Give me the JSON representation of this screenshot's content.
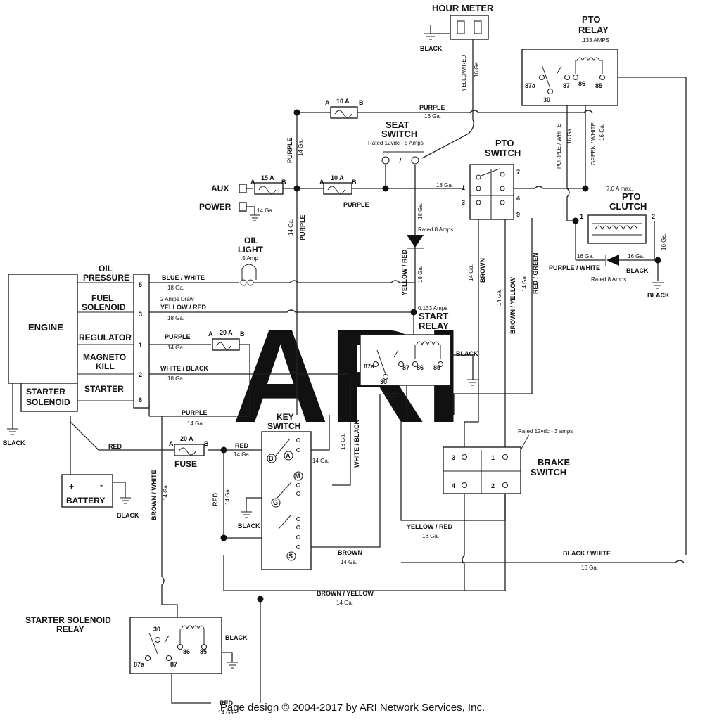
{
  "watermark": "ARI",
  "footer": "Page design © 2004-2017 by ARI Network Services, Inc.",
  "components": {
    "engine": "ENGINE",
    "oil_pressure": [
      "OIL",
      "PRESSURE"
    ],
    "fuel_solenoid": [
      "FUEL",
      "SOLENOID"
    ],
    "regulator": "REGULATOR",
    "magneto_kill": [
      "MAGNETO",
      "KILL"
    ],
    "starter": "STARTER",
    "starter_solenoid": [
      "STARTER",
      "SOLENOID"
    ],
    "hour_meter": "HOUR METER",
    "pto_relay": [
      "PTO",
      "RELAY"
    ],
    "pto_relay_rating": ".133 AMPS",
    "seat_switch": [
      "SEAT",
      "SWITCH"
    ],
    "seat_switch_rating": "Rated 12vdc - 5 Amps",
    "pto_switch": [
      "PTO",
      "SWITCH"
    ],
    "pto_clutch": [
      "PTO",
      "CLUTCH"
    ],
    "pto_clutch_rating": "7.0 A max.",
    "aux": "AUX",
    "power": "POWER",
    "oil_light": [
      "OIL",
      "LIGHT"
    ],
    "oil_light_rating": ".5 Amp",
    "start_relay": [
      "START",
      "RELAY"
    ],
    "start_relay_rating": "0.133 Amps",
    "key_switch": [
      "KEY",
      "SWITCH"
    ],
    "fuse": "FUSE",
    "battery": "BATTERY",
    "brake_switch": [
      "BRAKE",
      "SWITCH"
    ],
    "brake_switch_rating": "Rated 12vdc - 3 amps",
    "starter_solenoid_relay": [
      "STARTER SOLENOID",
      "RELAY"
    ],
    "rated_8_amps": "Rated 8 Amps",
    "fuel_draw": "2 Amps Draw"
  },
  "fuses": {
    "f10a": "10 A",
    "f15a": "15 A",
    "f20a": "20 A",
    "a": "A",
    "b": "B"
  },
  "terminals": {
    "relay": [
      "87a",
      "87",
      "86",
      "85",
      "30"
    ],
    "engine_pins": [
      "5",
      "3",
      "1",
      "2",
      "6"
    ],
    "pto_switch": [
      "1",
      "3",
      "7",
      "4",
      "9"
    ],
    "pto_clutch": [
      "1",
      "2"
    ],
    "brake_switch": [
      "3",
      "1",
      "4",
      "2"
    ],
    "key_switch": [
      "B",
      "A",
      "M",
      "G",
      "S"
    ],
    "battery": [
      "+",
      "-"
    ]
  },
  "wires": {
    "black": "BLACK",
    "purple": "PURPLE",
    "blue_white": "BLUE / WHITE",
    "yellow_red": "YELLOW / RED",
    "white_black": "WHITE / BLACK",
    "red": "RED",
    "brown": "BROWN",
    "brown_yellow": "BROWN / YELLOW",
    "brown_white": "BROWN / WHITE",
    "purple_white": "PURPLE / WHITE",
    "green_white": "GREEN / WHITE",
    "red_green": "RED / GREEN",
    "black_white": "BLACK / WHITE",
    "yellow_red_nospace": "YELLOW/RED",
    "g16": "16 Ga.",
    "g18": "18 Ga.",
    "g14": "14 Ga."
  }
}
